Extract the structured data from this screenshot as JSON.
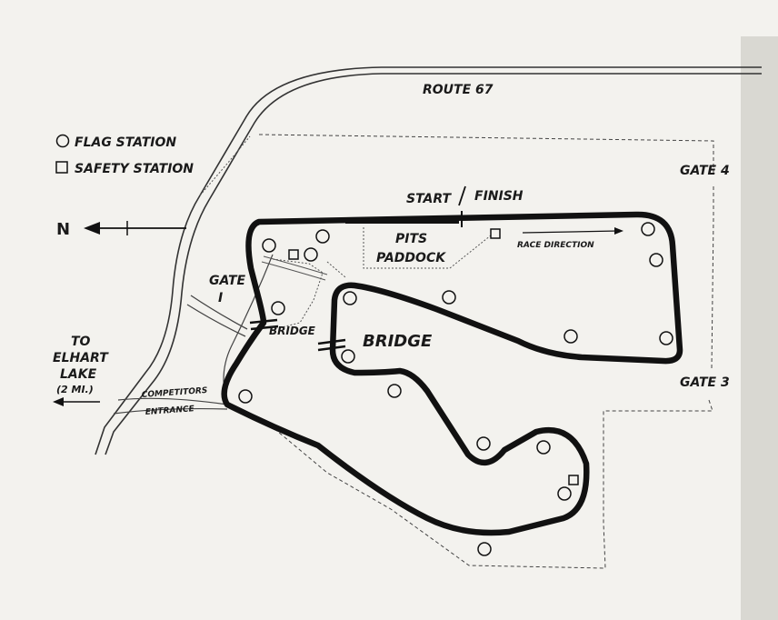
{
  "route": "ROUTE 67",
  "legend": {
    "flag": "FLAG STATION",
    "safety": "SAFETY STATION"
  },
  "north": "N",
  "gates": {
    "g1a": "GATE",
    "g1b": "I",
    "g3": "GATE 3",
    "g4": "GATE 4"
  },
  "start_finish": {
    "start": "START",
    "finish": "FINISH"
  },
  "pits": "PITS",
  "paddock": "PADDOCK",
  "race_direction": "RACE DIRECTION",
  "bridge_small": "BRIDGE",
  "bridge_large": "BRIDGE",
  "elkhart": {
    "l1": "TO",
    "l2": "ELHART",
    "l3": "LAKE",
    "l4": "(2 MI.)"
  },
  "competitors": "COMPETITORS",
  "entrance": "ENTRANCE",
  "colors": {
    "ink": "#1a1a1a",
    "paper": "#f3f2ee"
  }
}
